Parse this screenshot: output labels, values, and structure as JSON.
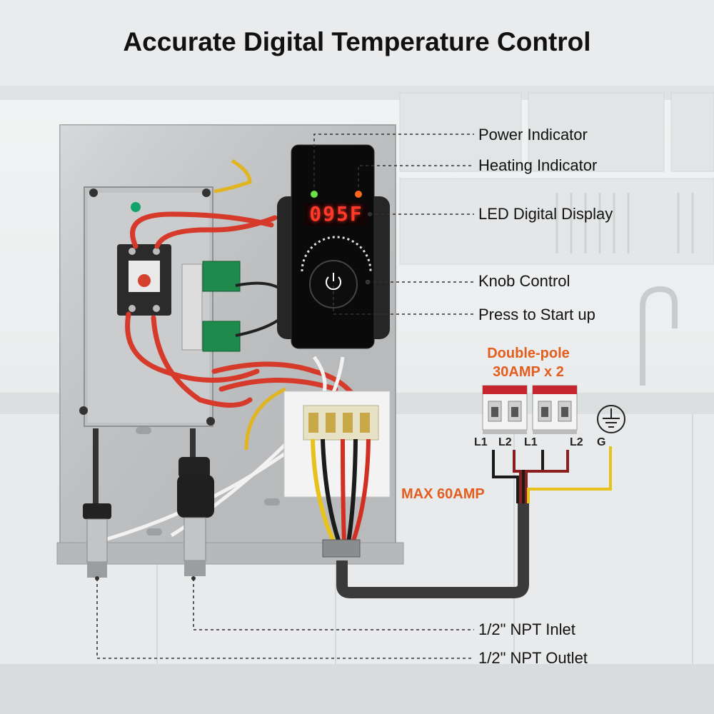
{
  "title": "Accurate Digital Temperature Control",
  "display": {
    "reading": "095F"
  },
  "callouts": {
    "power_indicator": "Power Indicator",
    "heating_indicator": "Heating Indicator",
    "led_display": "LED Digital Display",
    "knob_control": "Knob Control",
    "press_start": "Press to Start up",
    "inlet": "1/2\" NPT Inlet",
    "outlet": "1/2\" NPT Outlet"
  },
  "breaker": {
    "line1": "Double-pole",
    "line2": "30AMP x 2",
    "terminals": [
      "L1",
      "L2",
      "L1",
      "L2",
      "G"
    ]
  },
  "max_amp": "MAX 60AMP",
  "colors": {
    "accent_orange": "#e35d1e",
    "display_red": "#ff3a2a",
    "power_led": "#6ee04a",
    "heating_led": "#ff6a1a"
  },
  "icons": [
    "ground-icon",
    "power-icon"
  ]
}
